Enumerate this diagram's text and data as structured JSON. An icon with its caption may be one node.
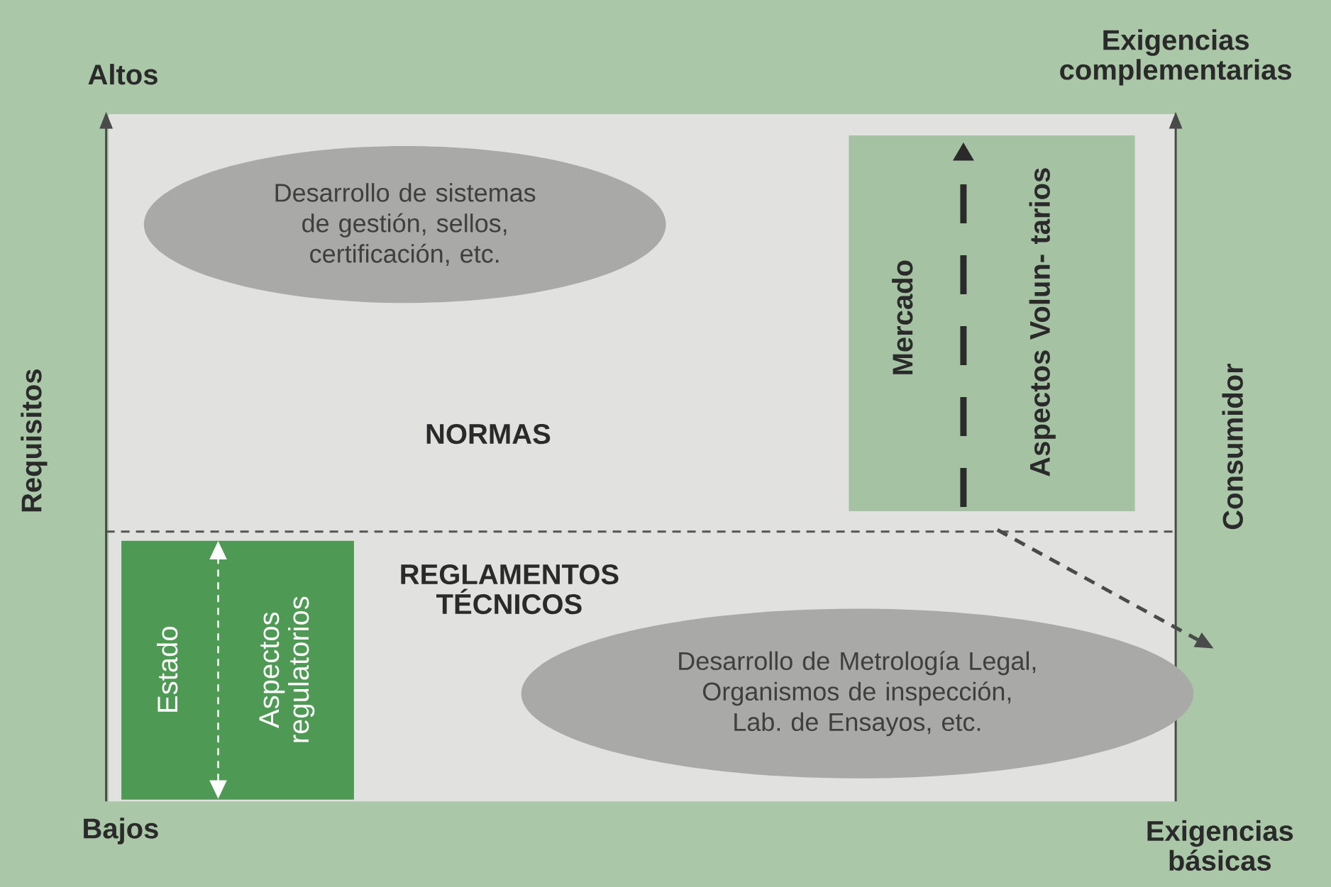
{
  "diagram": {
    "nodes": [
      {
        "text": [
          "Desarrollo de sistemas de gestión, sellos, certificación, etc."
        ]
      },
      {
        "text": [
          "Mercado",
          "Aspectos Volun- tarios"
        ]
      },
      {
        "text": [
          "Estado",
          "Aspectos regulatorios"
        ]
      },
      {
        "text": [
          "Desarrollo de Metrología Legal, Organismos de inspección, Lab. de Ensayos, etc."
        ]
      }
    ],
    "labels": [
      "Altos",
      "Exigencias complementarias",
      "Requisitos",
      "NORMAS",
      "REGLAMENTOS TÉCNICOS",
      "Consumidor",
      "Bajos",
      "Exigencias básicas"
    ]
  }
}
